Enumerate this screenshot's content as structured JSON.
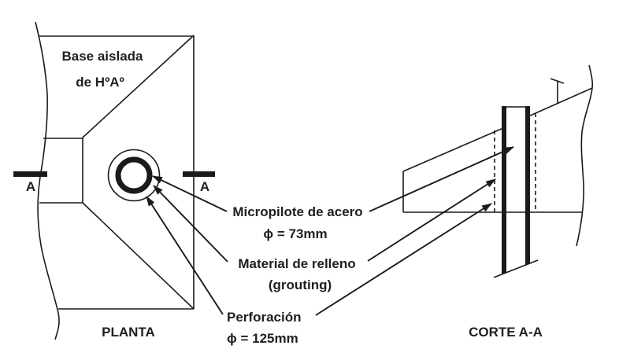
{
  "page": {
    "background": "#ffffff",
    "line_color": "#1a1a1a",
    "text_color": "#1f1f1f"
  },
  "plan": {
    "label_line1": "Base aislada",
    "label_line2": "de HºAº",
    "caption": "PLANTA",
    "section_letter": "A"
  },
  "section": {
    "caption": "CORTE A-A"
  },
  "callouts": {
    "micropile_line1": "Micropilote de acero",
    "micropile_line2": "ϕ = 73mm",
    "grout_line1": "Material de relleno",
    "grout_line2": "(grouting)",
    "perforation_line1": "Perforación",
    "perforation_line2": "ϕ = 125mm"
  }
}
